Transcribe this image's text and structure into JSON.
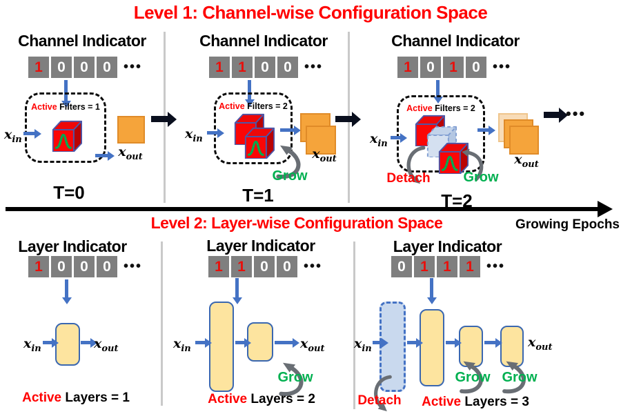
{
  "level1": {
    "title": "Level 1: Channel-wise Configuration Space",
    "panels": [
      {
        "heading": "Channel Indicator",
        "bits": [
          "1",
          "0",
          "0",
          "0"
        ],
        "dots": "•••",
        "active_word": "Active",
        "active_rest": " Filters = 1",
        "t_label": "T=0"
      },
      {
        "heading": "Channel Indicator",
        "bits": [
          "1",
          "1",
          "0",
          "0"
        ],
        "dots": "•••",
        "active_word": "Active",
        "active_rest": " Filters = 2",
        "t_label": "T=1",
        "grow_label": "Grow"
      },
      {
        "heading": "Channel Indicator",
        "bits": [
          "1",
          "0",
          "1",
          "0"
        ],
        "dots": "•••",
        "active_word": "Active",
        "active_rest": " Filters = 2",
        "t_label": "T=2",
        "grow_label": "Grow",
        "detach_label": "Detach",
        "tail_dots": "•••"
      }
    ]
  },
  "axis": {
    "growing_epochs_label": "Growing Epochs"
  },
  "level2": {
    "title": "Level 2: Layer-wise Configuration Space",
    "panels": [
      {
        "heading": "Layer Indicator",
        "bits": [
          "1",
          "0",
          "0",
          "0"
        ],
        "dots": "•••",
        "active_word": "Active",
        "active_rest": " Layers = 1"
      },
      {
        "heading": "Layer Indicator",
        "bits": [
          "1",
          "1",
          "0",
          "0"
        ],
        "dots": "•••",
        "active_word": "Active",
        "active_rest": " Layers = 2",
        "grow_label": "Grow"
      },
      {
        "heading": "Layer Indicator",
        "bits": [
          "0",
          "1",
          "1",
          "1"
        ],
        "dots": "•••",
        "active_word": "Active",
        "active_rest": " Layers = 3",
        "grow_label_1": "Grow",
        "grow_label_2": "Grow",
        "detach_label": "Detach"
      }
    ]
  },
  "io": {
    "base": "x",
    "sub_in": "in",
    "sub_out": "out"
  },
  "colors": {
    "title_red": "#FF0000",
    "active_red": "#FF0000",
    "indicator_gray": "#7F7F7F",
    "bit_on_red": "#E8100C",
    "bit_off_white": "#FFFFFF",
    "arrow_blue": "#4472C4",
    "grow_green": "#00B050",
    "cube_red": "#FB0606",
    "feature_map_orange": "#F5A43B",
    "layer_yellow": "#FDE49F",
    "detached_blue": "#C9D9EE",
    "hook_gray": "#696E74"
  }
}
